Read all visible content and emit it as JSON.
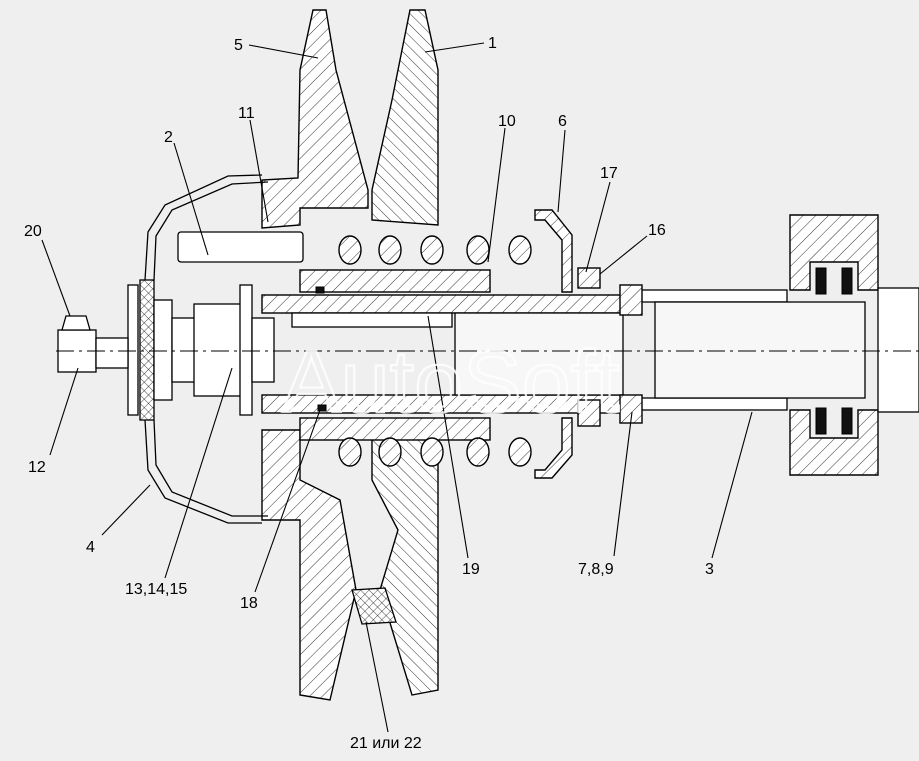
{
  "callouts": {
    "c1": "1",
    "c2": "2",
    "c3": "3",
    "c4": "4",
    "c5": "5",
    "c6": "6",
    "c10": "10",
    "c11": "11",
    "c12": "12",
    "c13_15": "13,14,15",
    "c16": "16",
    "c17": "17",
    "c18": "18",
    "c19": "19",
    "c20": "20",
    "c21_22": "21 или 22",
    "c7_9": "7,8,9"
  },
  "watermark": "AutoSoft",
  "colors": {
    "background": "#efefef",
    "ink": "#000000"
  }
}
